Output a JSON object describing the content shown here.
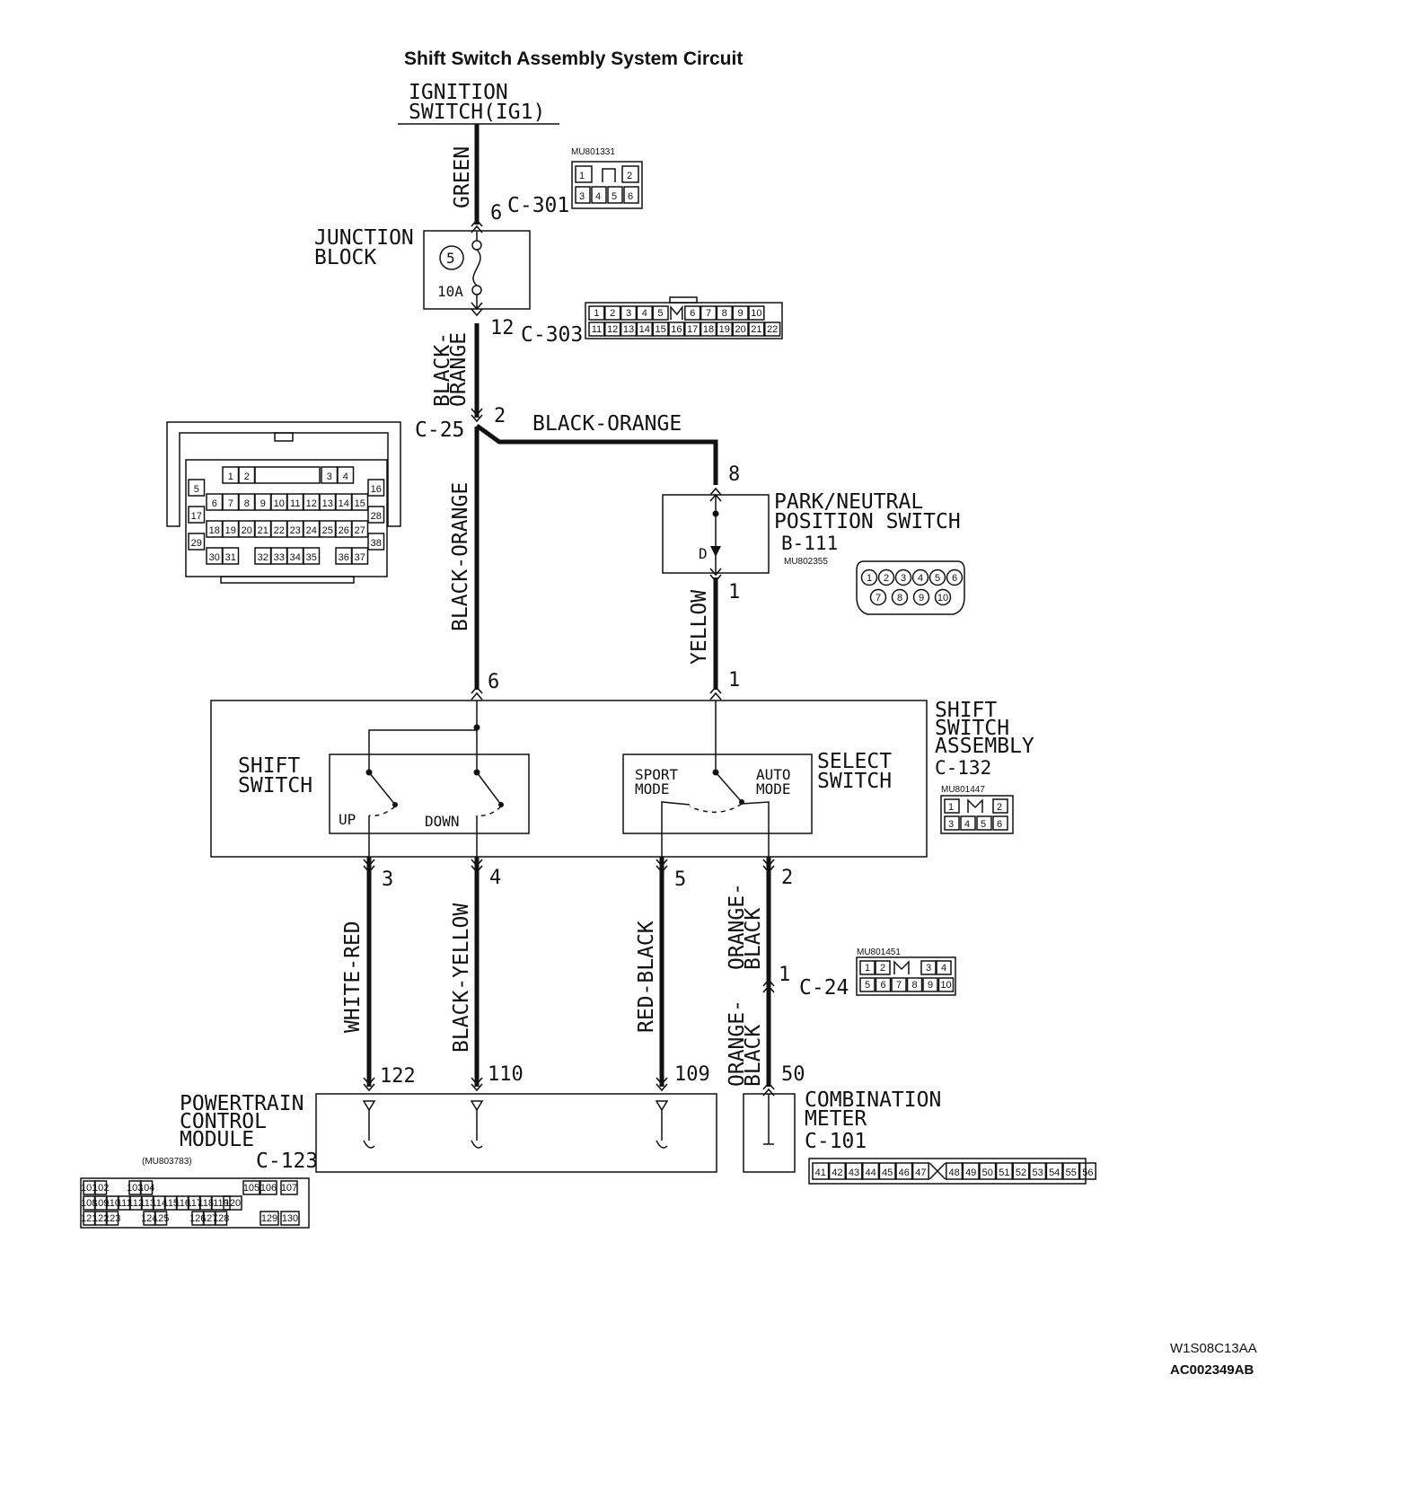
{
  "title": "Shift Switch Assembly System Circuit",
  "ignition": {
    "line1": "IGNITION",
    "line2": "SWITCH(IG1)"
  },
  "junction_block": {
    "line1": "JUNCTION",
    "line2": "BLOCK",
    "fuse_no": "5",
    "fuse_rating": "10A"
  },
  "park_neutral": {
    "line1": "PARK/NEUTRAL",
    "line2": "POSITION SWITCH",
    "connector": "B-111",
    "part_no": "MU802355",
    "contact": "D"
  },
  "shift_assembly": {
    "line1": "SHIFT",
    "line2": "SWITCH",
    "line3": "ASSEMBLY",
    "connector": "C-132",
    "part_no": "MU801447"
  },
  "shift_switch": {
    "line1": "SHIFT",
    "line2": "SWITCH",
    "up": "UP",
    "down": "DOWN"
  },
  "select_switch": {
    "line1": "SELECT",
    "line2": "SWITCH",
    "sport1": "SPORT",
    "sport2": "MODE",
    "auto1": "AUTO",
    "auto2": "MODE"
  },
  "pcm": {
    "line1": "POWERTRAIN",
    "line2": "CONTROL",
    "line3": "MODULE",
    "connector": "C-123",
    "part_no": "(MU803783)"
  },
  "meter": {
    "line1": "COMBINATION",
    "line2": "METER",
    "connector": "C-101"
  },
  "connectors": {
    "c301": {
      "name": "C-301",
      "part_no": "MU801331",
      "pins_top": [
        "1",
        "2"
      ],
      "pins_bottom": [
        "3",
        "4",
        "5",
        "6"
      ]
    },
    "c303": {
      "name": "C-303",
      "pins_top": [
        "1",
        "2",
        "3",
        "4",
        "5",
        "6",
        "7",
        "8",
        "9",
        "10"
      ],
      "pins_bottom": [
        "11",
        "12",
        "13",
        "14",
        "15",
        "16",
        "17",
        "18",
        "19",
        "20",
        "21",
        "22"
      ]
    },
    "c25": {
      "name": "C-25",
      "rows": [
        [
          "1",
          "2",
          "3",
          "4"
        ],
        [
          "5",
          "16"
        ],
        [
          "6",
          "7",
          "8",
          "9",
          "10",
          "11",
          "12",
          "13",
          "14",
          "15"
        ],
        [
          "17",
          "28"
        ],
        [
          "18",
          "19",
          "20",
          "21",
          "22",
          "23",
          "24",
          "25",
          "26",
          "27"
        ],
        [
          "29",
          "38"
        ],
        [
          "30",
          "31",
          "32",
          "33",
          "34",
          "35",
          "36",
          "37"
        ]
      ]
    },
    "c24": {
      "name": "C-24",
      "part_no": "MU801451",
      "pins_top": [
        "1",
        "2",
        "3",
        "4"
      ],
      "pins_bottom": [
        "5",
        "6",
        "7",
        "8",
        "9",
        "10"
      ]
    },
    "b111_pins": {
      "top": [
        "1",
        "2",
        "3",
        "4",
        "5",
        "6"
      ],
      "bottom": [
        "7",
        "8",
        "9",
        "10"
      ]
    },
    "c132_pins": {
      "top": [
        "1",
        "2"
      ],
      "bottom": [
        "3",
        "4",
        "5",
        "6"
      ]
    },
    "c123_pins": {
      "row1": [
        "101",
        "102",
        "103",
        "104",
        "105",
        "106",
        "107"
      ],
      "row2": [
        "108",
        "109",
        "110",
        "111",
        "112",
        "113",
        "114",
        "115",
        "116",
        "117",
        "118",
        "119",
        "120"
      ],
      "row3": [
        "121",
        "122",
        "123",
        "124",
        "125",
        "126",
        "127",
        "128",
        "129",
        "130"
      ]
    },
    "c101_pins": [
      "41",
      "42",
      "43",
      "44",
      "45",
      "46",
      "47",
      "48",
      "49",
      "50",
      "51",
      "52",
      "53",
      "54",
      "55",
      "56"
    ]
  },
  "wires": {
    "green": "GREEN",
    "black_orange_v1": "BLACK-",
    "black_orange_v2": "ORANGE",
    "black_orange_h": "BLACK-ORANGE",
    "black_orange_main": "BLACK-ORANGE",
    "yellow": "YELLOW",
    "white_red": "WHITE-RED",
    "black_yellow": "BLACK-YELLOW",
    "red_black": "RED-BLACK",
    "orange_black_a1": "ORANGE-",
    "orange_black_a2": "BLACK",
    "orange_black_b1": "ORANGE-",
    "orange_black_b2": "BLACK"
  },
  "pins": {
    "c301_6": "6",
    "c303_12": "12",
    "c25_2": "2",
    "b111_8": "8",
    "b111_1": "1",
    "c132_1": "1",
    "c132_6": "6",
    "c132_3": "3",
    "c132_4": "4",
    "c132_5": "5",
    "c132_2": "2",
    "c24_1": "1",
    "pcm_122": "122",
    "pcm_110": "110",
    "pcm_109": "109",
    "meter_50": "50"
  },
  "footer": {
    "code1": "W1S08C13AA",
    "code2": "AC002349AB"
  }
}
